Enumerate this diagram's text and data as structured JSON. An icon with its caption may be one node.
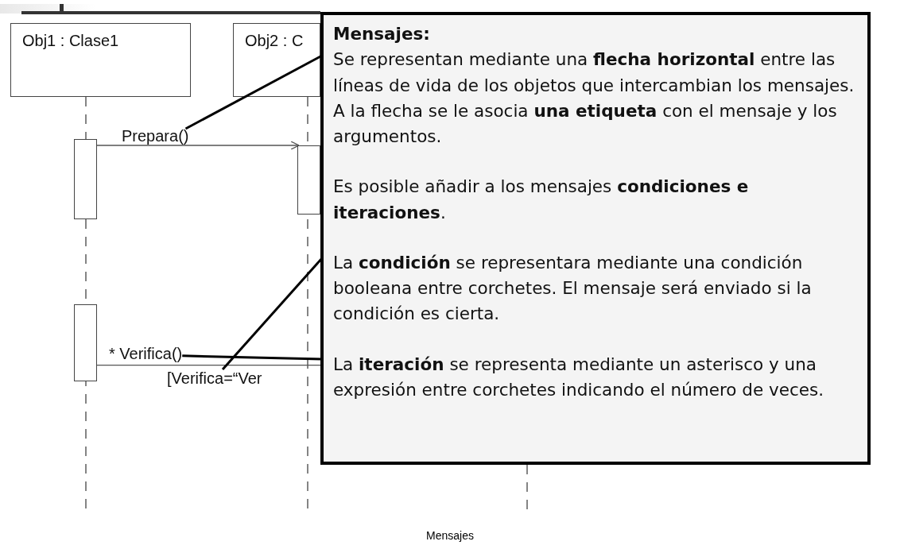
{
  "diagram": {
    "caption": "Mensajes",
    "nodes": [
      {
        "text": [
          "Obj1 : Clase1"
        ]
      },
      {
        "text": [
          "Obj2 : C"
        ]
      },
      {
        "text": [
          "Mensajes:",
          "Se representan mediante una **flecha horizontal** entre las líneas de vida de los objetos que intercambian los mensajes. A la flecha se le asocia **una etiqueta** con el mensaje y los argumentos.",
          "Es posible añadir a los mensajes **condiciones e iteraciones**.",
          "La **condición** se representara mediante una condición booleana entre corchetes. El mensaje será enviado si la condición es cierta.",
          "La **iteración** se representa mediante un asterisco y una expresión entre corchetes indicando el número de veces."
        ]
      },
      {
        "text": [],
        "shape": "bar"
      },
      {
        "text": [],
        "shape": "bar"
      },
      {
        "text": [],
        "shape": "bar"
      },
      {
        "text": [
          "Prepara()"
        ]
      },
      {
        "text": [
          "* Verifica()"
        ]
      },
      {
        "text": [
          "[Verifica=“Ver"
        ]
      }
    ],
    "edges": [
      {
        "from": 3,
        "to": 5,
        "arrow": "to"
      },
      {
        "from": 4,
        "to": 2,
        "arrow": "none"
      },
      {
        "from": 2,
        "to": 6,
        "arrow": "none"
      },
      {
        "from": 2,
        "to": 8,
        "arrow": "none"
      },
      {
        "from": 2,
        "to": 7,
        "arrow": "none"
      }
    ]
  }
}
